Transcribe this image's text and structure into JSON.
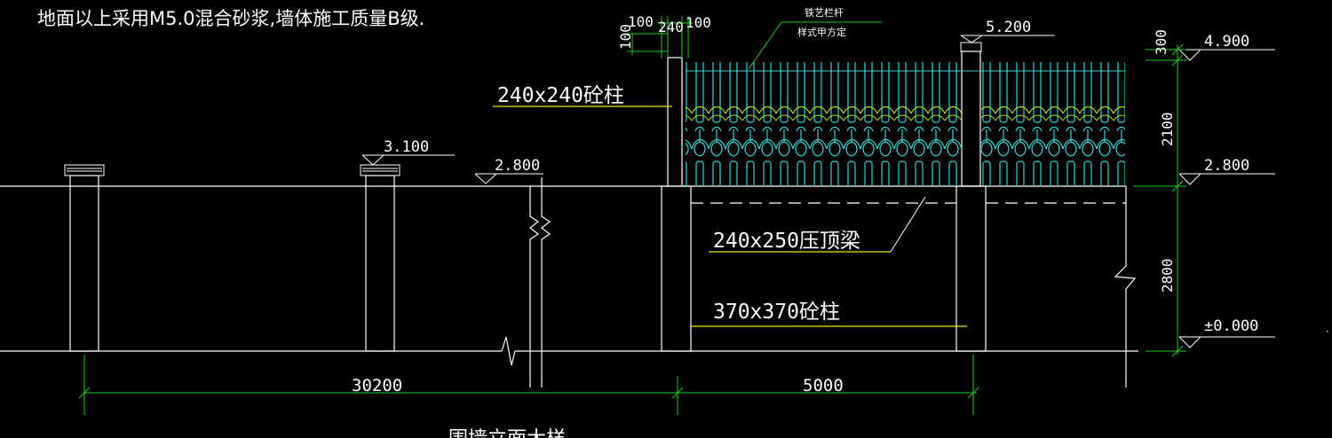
{
  "drawing": {
    "note": "地面以上采用M5.0混合砂浆,墙体施工质量B级.",
    "fence_label_line1": "铁艺栏杆",
    "fence_label_line2": "样式甲方定",
    "post_small_label": "240x240砼柱",
    "beam_label": "240x250压顶梁",
    "post_large_label": "370x370砼柱",
    "elevations": {
      "top_post": "5.200",
      "small_post": "3.100",
      "wall_top_left": "2.800",
      "fence_top": "4.900",
      "fence_bottom": "2.800",
      "ground": "±0.000"
    },
    "dims_top": {
      "d1": "100",
      "d2": "240",
      "d3": "100",
      "vertical_left": "100"
    },
    "dims_right": {
      "d300": "300",
      "d2100": "2100",
      "d2800": "2800"
    },
    "dims_bottom": {
      "d30200": "30200",
      "d5000": "5000"
    },
    "partial_bottom_text": "围墙立面大样"
  },
  "colors": {
    "line": "#ffffff",
    "fence": "#33d6d6",
    "fence_fill": "#0a6b6b",
    "yellow": "#e6e600",
    "green": "#22cc22",
    "hatch": "#b0e020"
  }
}
